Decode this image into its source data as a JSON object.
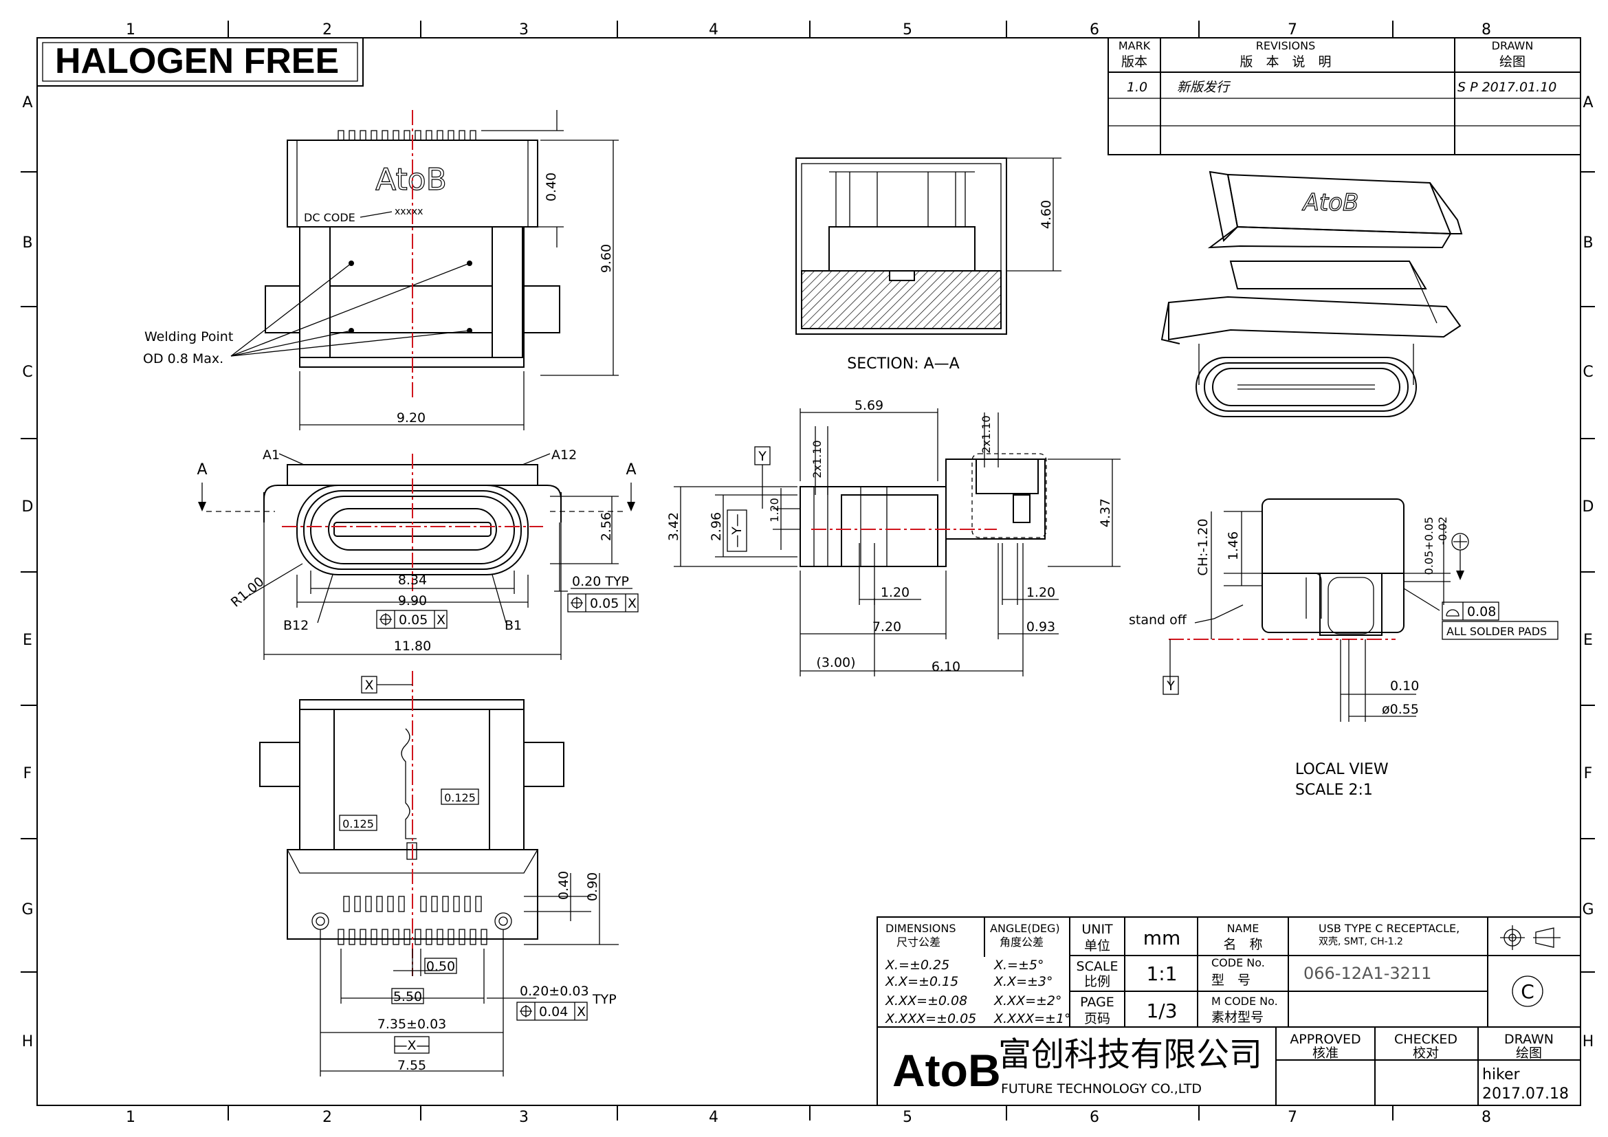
{
  "badge": "HALOGEN FREE",
  "grid": {
    "cols": [
      "1",
      "2",
      "3",
      "4",
      "5",
      "6",
      "7",
      "8"
    ],
    "rows": [
      "A",
      "B",
      "C",
      "D",
      "E",
      "F",
      "G",
      "H"
    ]
  },
  "revisions": {
    "h_mark": "MARK",
    "h_mark_cn": "版本",
    "h_rev": "REVISIONS",
    "h_rev_cn": "版　本　说　明",
    "h_drawn": "DRAWN",
    "h_drawn_cn": "绘图",
    "row_mark": "1.0",
    "row_rev": "新版发行",
    "row_drawn": "S P 2017.01.10"
  },
  "views": {
    "top_logo": "AtoB",
    "dc_code": "DC CODE",
    "dc_code_val": "xxxxx",
    "weld_1": "Welding Point",
    "weld_2": "OD 0.8 Max.",
    "d_040": "0.40",
    "d_960": "9.60",
    "d_920": "9.20",
    "a1": "A1",
    "a12": "A12",
    "b12": "B12",
    "b1": "B1",
    "sec_a_left": "A",
    "sec_a_right": "A",
    "r100": "R1.00",
    "d_834": "8.34",
    "d_990": "9.90",
    "d_1180": "11.80",
    "d_256": "2.56",
    "d_020typ": "0.20  TYP",
    "tol_005": "0.05",
    "tol_x": "X",
    "section": "SECTION:  A—A",
    "d_460": "4.60",
    "d_569": "5.69",
    "d_2x110": "2x1.10",
    "d_2x110b": "2x1.10",
    "d_342": "3.42",
    "d_296": "2.96",
    "d_120v": "1.20",
    "datum_y": "Y",
    "datum_yb": "—Y—",
    "d_437": "4.37",
    "d_120a": "1.20",
    "d_120b": "1.20",
    "d_720": "7.20",
    "d_093": "0.93",
    "d_300": "(3.00)",
    "d_610": "6.10",
    "iso_logo": "AtoB",
    "ch": "CH:-1.20",
    "d_146": "1.46",
    "d_005": "0.05+0.05",
    "d_005b": "-0.02",
    "standoff": "stand  off",
    "flat_008": "0.08",
    "all_pads": "ALL  SOLDER  PADS",
    "datum_y2": "Y",
    "d_010": "0.10",
    "d_055": "ø0.55",
    "local_1": "LOCAL  VIEW",
    "local_2": "SCALE  2:1",
    "datum_x": "X",
    "d_0125a": "0.125",
    "d_0125b": "0.125",
    "d_040b": "0.40",
    "d_090": "0.90",
    "d_050": "0.50",
    "d_550": "5.50",
    "d_020t": "0.20±0.03",
    "typ": "TYP",
    "tol_004": "0.04",
    "d_735": "7.35±0.03",
    "datum_xb": "—X—",
    "d_755": "7.55"
  },
  "title_block": {
    "dims": "DIMENSIONS",
    "dims_cn": "尺寸公差",
    "angle": "ANGLE(DEG)",
    "angle_cn": "角度公差",
    "tol1": "X.=±0.25",
    "tol2": "X.X=±0.15",
    "tol3": "X.XX=±0.08",
    "tol4": "X.XXX=±0.05",
    "ang1": "X.=±5°",
    "ang2": "X.X=±3°",
    "ang3": "X.XX=±2°",
    "ang4": "X.XXX=±1°",
    "unit": "UNIT",
    "unit_cn": "单位",
    "unit_val": "mm",
    "scale": "SCALE",
    "scale_cn": "比例",
    "scale_val": "1:1",
    "page": "PAGE",
    "page_cn": "页码",
    "page_val": "1/3",
    "name": "NAME",
    "name_cn": "名　称",
    "name_val_1": "USB TYPE C RECEPTACLE,",
    "name_val_2": "双壳, SMT, CH-1.2",
    "code": "CODE  No.",
    "code_cn": "型　号",
    "code_val": "066-12A1-3211",
    "mcode": "M CODE No.",
    "mcode_cn": "素材型号",
    "copyright": "C",
    "company_logo": "AtoB",
    "company_cn": "富创科技有限公司",
    "company_en": "FUTURE  TECHNOLOGY  CO.,LTD",
    "approved": "APPROVED",
    "approved_cn": "核准",
    "checked": "CHECKED",
    "checked_cn": "校对",
    "drawn": "DRAWN",
    "drawn_cn": "绘图",
    "drawn_by": "hiker",
    "drawn_date": "2017.07.18"
  }
}
